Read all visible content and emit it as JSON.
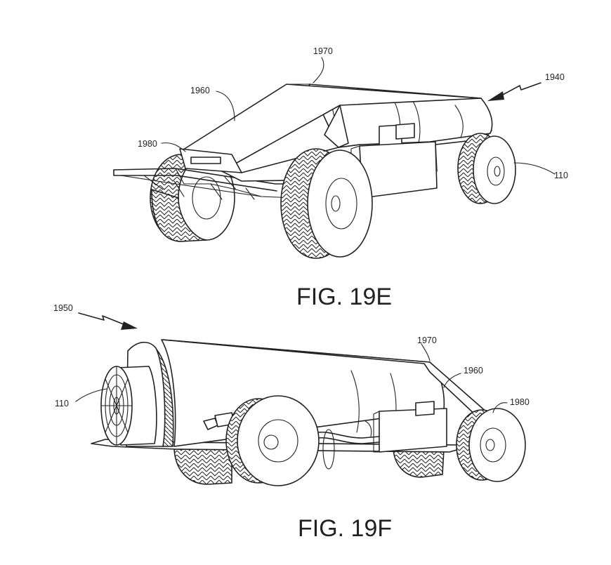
{
  "figures": [
    {
      "caption": "FIG. 19E",
      "labels": {
        "top": "1970",
        "cover": "1960",
        "front": "1980",
        "arrow": "1940",
        "wheel": "110"
      }
    },
    {
      "caption": "FIG. 19F",
      "labels": {
        "arrow": "1950",
        "top": "1970",
        "cover": "1960",
        "front": "1980",
        "fan": "110"
      }
    }
  ],
  "icons": [
    "zigzag-arrow-icon",
    "zigzag-arrow-icon"
  ]
}
